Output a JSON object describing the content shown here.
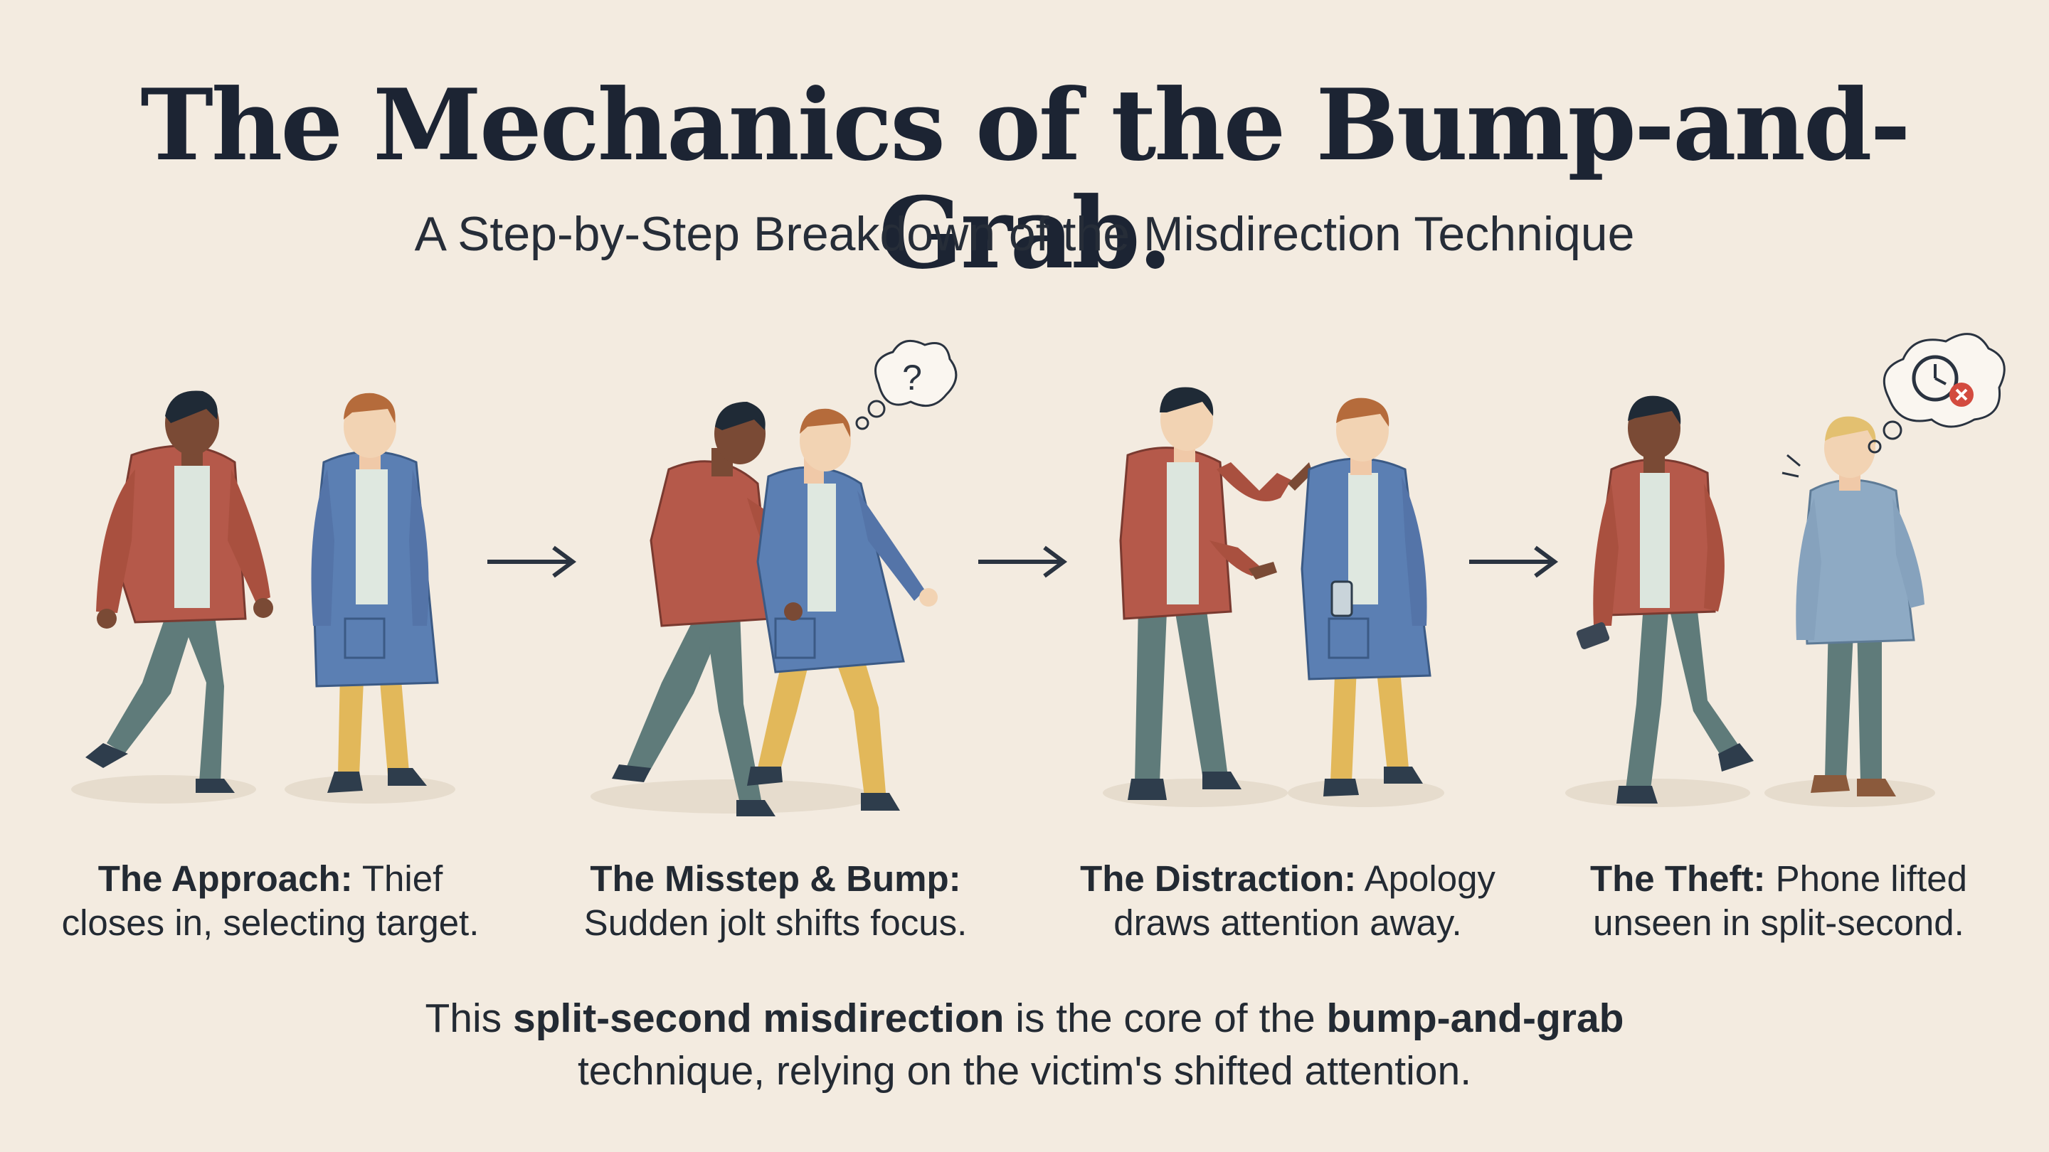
{
  "title": "The Mechanics of the Bump-and-Grab.",
  "subtitle": "A Step-by-Step Breakdown of the Misdirection Technique",
  "steps": [
    {
      "term": "The Approach:",
      "text": "Thief",
      "text2": "closes in, selecting target."
    },
    {
      "term": "The Misstep & Bump:",
      "text": "",
      "text2": "Sudden jolt shifts focus."
    },
    {
      "term": "The Distraction:",
      "text": "Apology",
      "text2": "draws attention away."
    },
    {
      "term": "The Theft:",
      "text": "Phone lifted",
      "text2": "unseen in split-second."
    }
  ],
  "thought_bubble_2": "?",
  "footer": {
    "pre": "This ",
    "bold1": "split-second misdirection",
    "mid": " is the core of the ",
    "bold2": "bump-and-grab",
    "line2": "technique, relying on the victim's shifted attention."
  },
  "colors": {
    "background": "#f3ebe0",
    "thief_jacket": "#b5594a",
    "victim_coat": "#5b7fb3",
    "victim_coat_step4": "#8eaac4",
    "pants_grey": "#5f7b7a",
    "victim_pants": "#e2b85a",
    "arrow": "#2a3340"
  },
  "icons": [
    "arrow-right-icon",
    "question-bubble-icon",
    "clock-bubble-icon",
    "phone-icon"
  ]
}
